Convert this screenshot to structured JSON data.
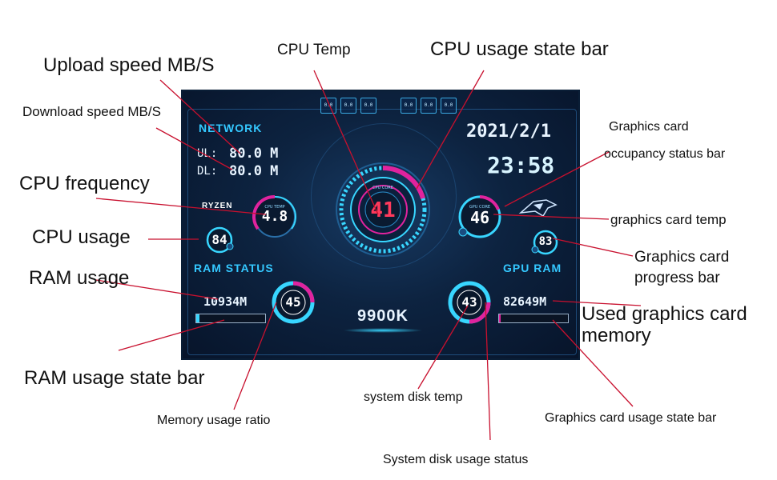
{
  "panel": {
    "network_label": "NETWORK",
    "ul_label": "UL:",
    "ul_value": "80.0 M",
    "dl_label": "DL:",
    "dl_value": "80.0 M",
    "date": "2021/2/1",
    "time": "23:58",
    "cpu_brand": "RYZEN",
    "cpu_frequency": "4.8",
    "cpu_freq_caption": "CPU TEMP",
    "cpu_usage": "84",
    "cpu_temp": "41",
    "cpu_core_caption": "CPU CORE",
    "cpu_model": "9900K",
    "gpu_temp": "46",
    "gpu_core_caption": "GPU CORE",
    "gpu_usage": "83",
    "ram_status_label": "RAM  STATUS",
    "ram_used": "10934M",
    "ram_ratio": "45",
    "disk_temp": "43",
    "gpu_ram_label": "GPU RAM",
    "gpu_ram_used": "82649M",
    "top_widget_value": "0.0",
    "ram_bar_level": 0.05,
    "gpu_bar_level": 0.02,
    "colors": {
      "accent_cyan": "#38d6ff",
      "accent_magenta": "#e0239e",
      "temp_red": "#ff3a5c",
      "panel_bg": "#0d2340"
    }
  },
  "callouts": {
    "upload_speed": "Upload speed MB/S",
    "download_speed": "Download speed MB/S",
    "cpu_frequency": "CPU frequency",
    "cpu_usage": "CPU usage",
    "ram_usage": "RAM usage",
    "ram_usage_state_bar": "RAM usage state bar",
    "memory_usage_ratio": "Memory usage ratio",
    "cpu_temp": "CPU Temp",
    "cpu_usage_state_bar": "CPU usage state bar",
    "graphics_card_occupancy_line1": "Graphics card",
    "graphics_card_occupancy_line2": "occupancy status bar",
    "graphics_card_temp": "graphics card temp",
    "graphics_card_progress_line1": "Graphics card",
    "graphics_card_progress_line2": "progress bar",
    "used_gpu_memory_line1": "Used graphics card",
    "used_gpu_memory_line2": "memory",
    "system_disk_temp": "system disk temp",
    "gpu_usage_state_bar": "Graphics card usage state bar",
    "system_disk_usage_status": "System disk usage status"
  }
}
